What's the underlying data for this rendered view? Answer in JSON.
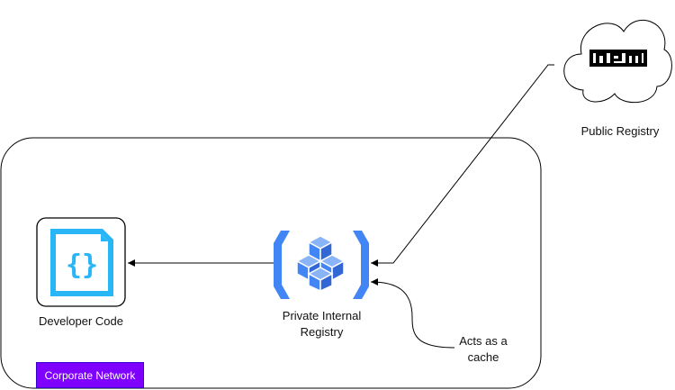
{
  "labels": {
    "public_registry": "Public Registry",
    "developer_code": "Developer Code",
    "private_registry_line1": "Private Internal",
    "private_registry_line2": "Registry",
    "cache_line1": "Acts as a",
    "cache_line2": "cache"
  },
  "corporate_network": {
    "label": "Corporate Network",
    "color": "#7F00FF"
  },
  "npm_logo": {
    "text": "npm"
  },
  "icons": {
    "code": "code-file-icon",
    "registry": "artifact-registry-icon",
    "cloud": "cloud-icon"
  },
  "colors": {
    "code_icon": "#29B6F6",
    "registry_bracket": "#4285F4",
    "registry_cubes": "#4285F4",
    "stroke": "#000000"
  }
}
